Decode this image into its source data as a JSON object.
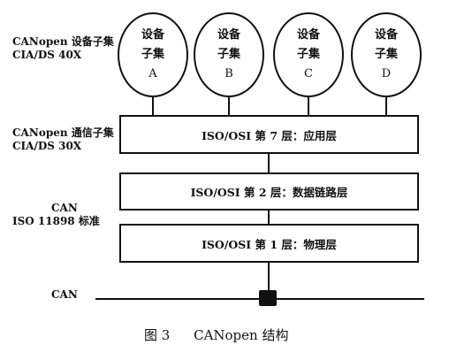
{
  "labels": {
    "device_profile": [
      "CANopen 设备子集",
      "CIA/DS 40X"
    ],
    "comm_profile": [
      "CANopen 通信子集",
      "CIA/DS 30X"
    ],
    "can_iso": [
      "CAN",
      "ISO 11898 标准"
    ],
    "can_bus": "CAN"
  },
  "devices": [
    {
      "line1": "设备",
      "line2": "子集",
      "letter": "A"
    },
    {
      "line1": "设备",
      "line2": "子集",
      "letter": "B"
    },
    {
      "line1": "设备",
      "line2": "子集",
      "letter": "C"
    },
    {
      "line1": "设备",
      "line2": "子集",
      "letter": "D"
    }
  ],
  "layers": {
    "application": "ISO/OSI 第 7 层：应用层",
    "datalink": "ISO/OSI 第 2 层：数据链路层",
    "physical": "ISO/OSI 第 1 层：物理层"
  },
  "caption": {
    "figure": "图 3",
    "title": "CANopen 结构"
  }
}
